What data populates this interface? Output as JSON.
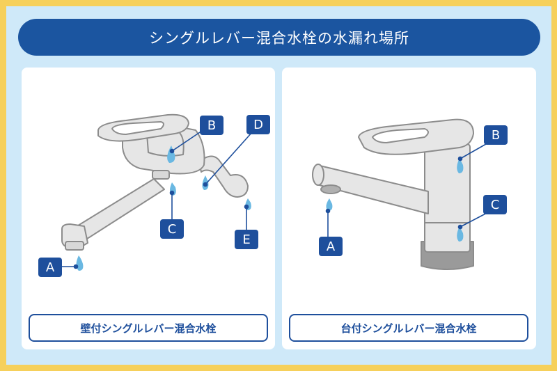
{
  "title": "シングルレバー混合水栓の水漏れ場所",
  "colors": {
    "border": "#f6d05b",
    "background": "#cfe9f9",
    "navy": "#1e4f9c",
    "water": "#6ab8e2",
    "faucet_fill": "#e6e6e6",
    "faucet_outline": "#8c8c8c"
  },
  "panels": [
    {
      "caption": "壁付シングルレバー混合水栓",
      "markers": [
        {
          "label": "A"
        },
        {
          "label": "B"
        },
        {
          "label": "C"
        },
        {
          "label": "D"
        },
        {
          "label": "E"
        }
      ]
    },
    {
      "caption": "台付シングルレバー混合水栓",
      "markers": [
        {
          "label": "A"
        },
        {
          "label": "B"
        },
        {
          "label": "C"
        }
      ]
    }
  ]
}
